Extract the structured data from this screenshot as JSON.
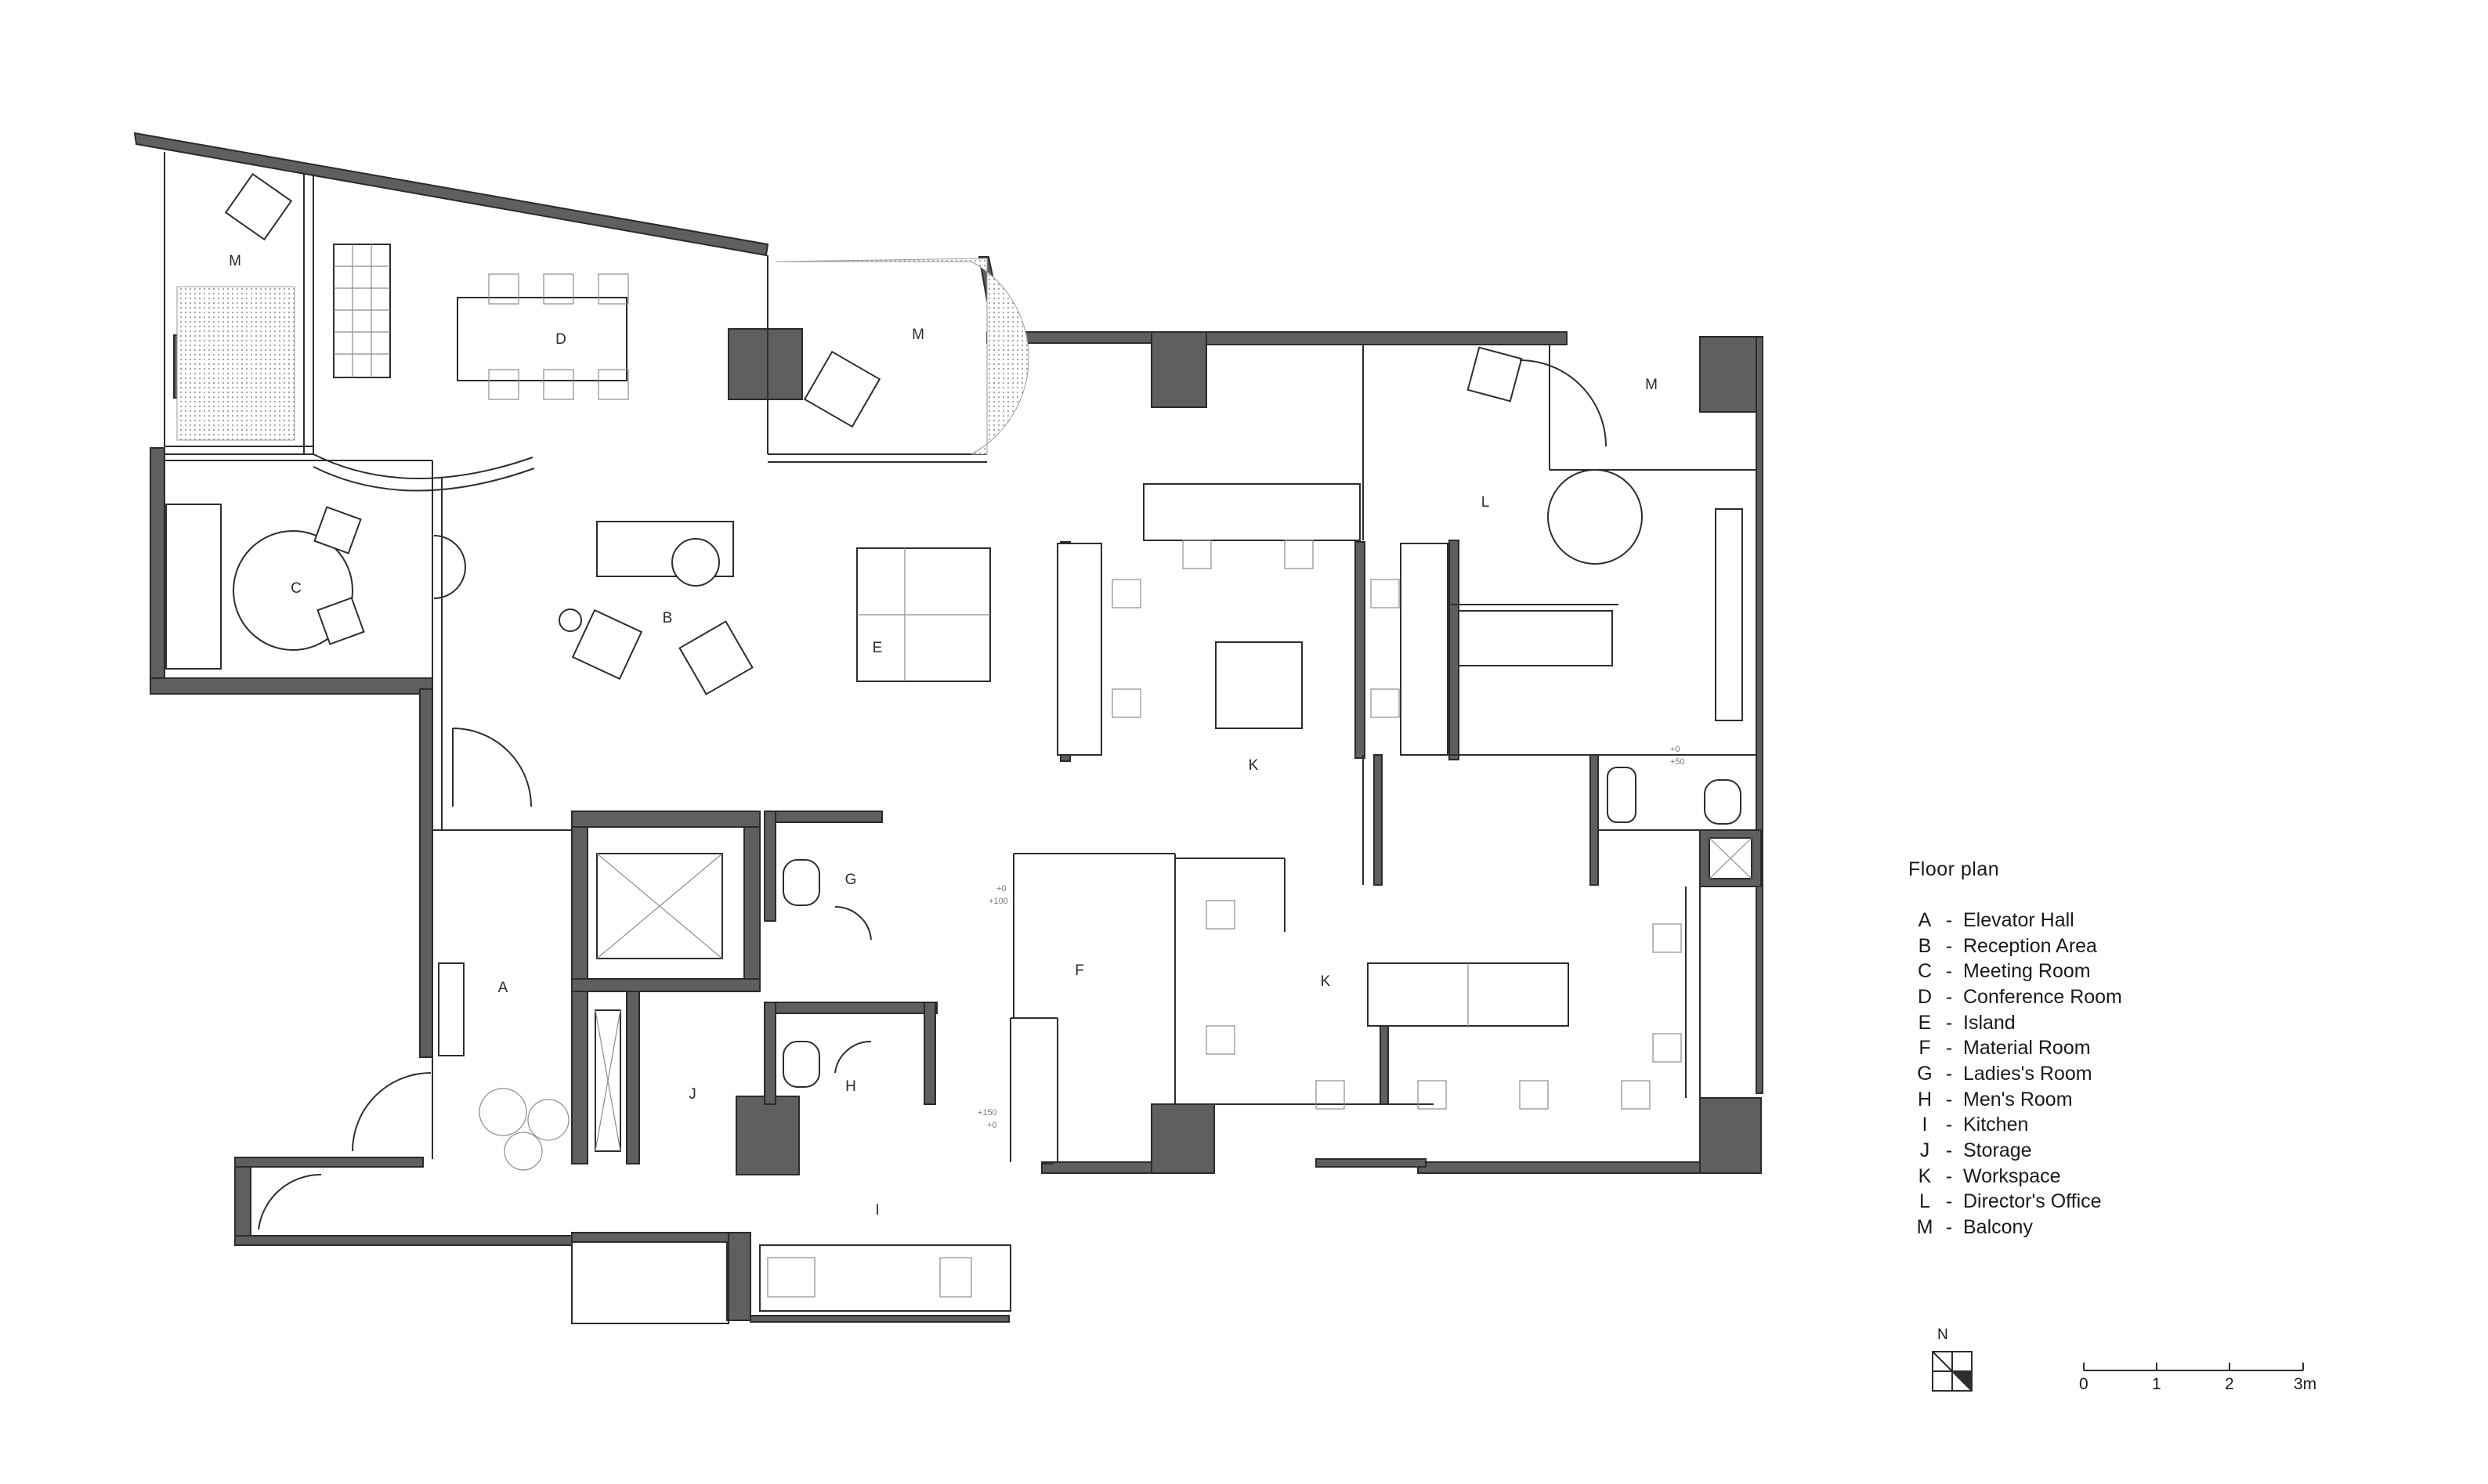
{
  "legend": {
    "title": "Floor  plan",
    "items": [
      {
        "key": "A",
        "name": "Elevator Hall"
      },
      {
        "key": "B",
        "name": "Reception Area"
      },
      {
        "key": "C",
        "name": "Meeting Room"
      },
      {
        "key": "D",
        "name": "Conference Room"
      },
      {
        "key": "E",
        "name": "Island"
      },
      {
        "key": "F",
        "name": "Material Room"
      },
      {
        "key": "G",
        "name": "Ladies's Room"
      },
      {
        "key": "H",
        "name": "Men's Room"
      },
      {
        "key": "I",
        "name": "Kitchen"
      },
      {
        "key": "J",
        "name": "Storage"
      },
      {
        "key": "K",
        "name": "Workspace"
      },
      {
        "key": "L",
        "name": "Director's Office"
      },
      {
        "key": "M",
        "name": "Balcony"
      }
    ]
  },
  "room_labels": {
    "A": "A",
    "B": "B",
    "C": "C",
    "D": "D",
    "E": "E",
    "F": "F",
    "G": "G",
    "H": "H",
    "I": "I",
    "J": "J",
    "K": "K",
    "L": "L",
    "M": "M"
  },
  "level_marks": {
    "plus0": "+0",
    "plus100": "+100",
    "plus50": "+50",
    "plus150": "+150"
  },
  "north": "N",
  "scale": {
    "ticks": [
      "0",
      "1",
      "2",
      "3m"
    ]
  },
  "colors": {
    "wall": "#5f5f61",
    "line": "#2d2d2d",
    "hatch": "#bdbdbd",
    "background": "#ffffff"
  }
}
